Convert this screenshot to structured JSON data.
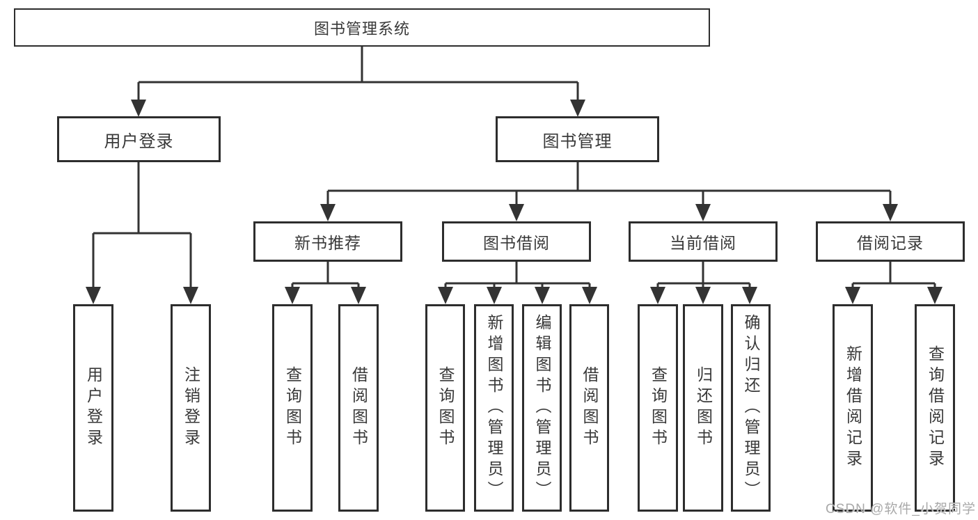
{
  "colors": {
    "line": "#333333",
    "border": "#2d2d2d",
    "text": "#383838",
    "background": "#ffffff",
    "watermark": "#a9a9a9"
  },
  "watermark": {
    "text": "CSDN @软件_小贺同学"
  },
  "tree": {
    "root": {
      "label": "图书管理系统"
    },
    "children": {
      "user_login": {
        "label": "用户登录",
        "leaves": {
          "login": {
            "label": "用户登录"
          },
          "logout": {
            "label": "注销登录"
          }
        }
      },
      "book_mgmt": {
        "label": "图书管理",
        "children": {
          "new_book_rec": {
            "label": "新书推荐",
            "leaves": {
              "query_book": {
                "label": "查询图书"
              },
              "borrow_book": {
                "label": "借阅图书"
              }
            }
          },
          "book_borrow": {
            "label": "图书借阅",
            "leaves": {
              "query_book": {
                "label": "查询图书"
              },
              "add_book": {
                "label": "新增图书（管理员）"
              },
              "edit_book": {
                "label": "编辑图书（管理员）"
              },
              "borrow_book": {
                "label": "借阅图书"
              }
            }
          },
          "current_borrow": {
            "label": "当前借阅",
            "leaves": {
              "query_book": {
                "label": "查询图书"
              },
              "return_book": {
                "label": "归还图书"
              },
              "confirm_return": {
                "label": "确认归还（管理员）"
              }
            }
          },
          "borrow_record": {
            "label": "借阅记录",
            "leaves": {
              "add_record": {
                "label": "新增借阅记录"
              },
              "query_record": {
                "label": "查询借阅记录"
              }
            }
          }
        }
      }
    }
  }
}
